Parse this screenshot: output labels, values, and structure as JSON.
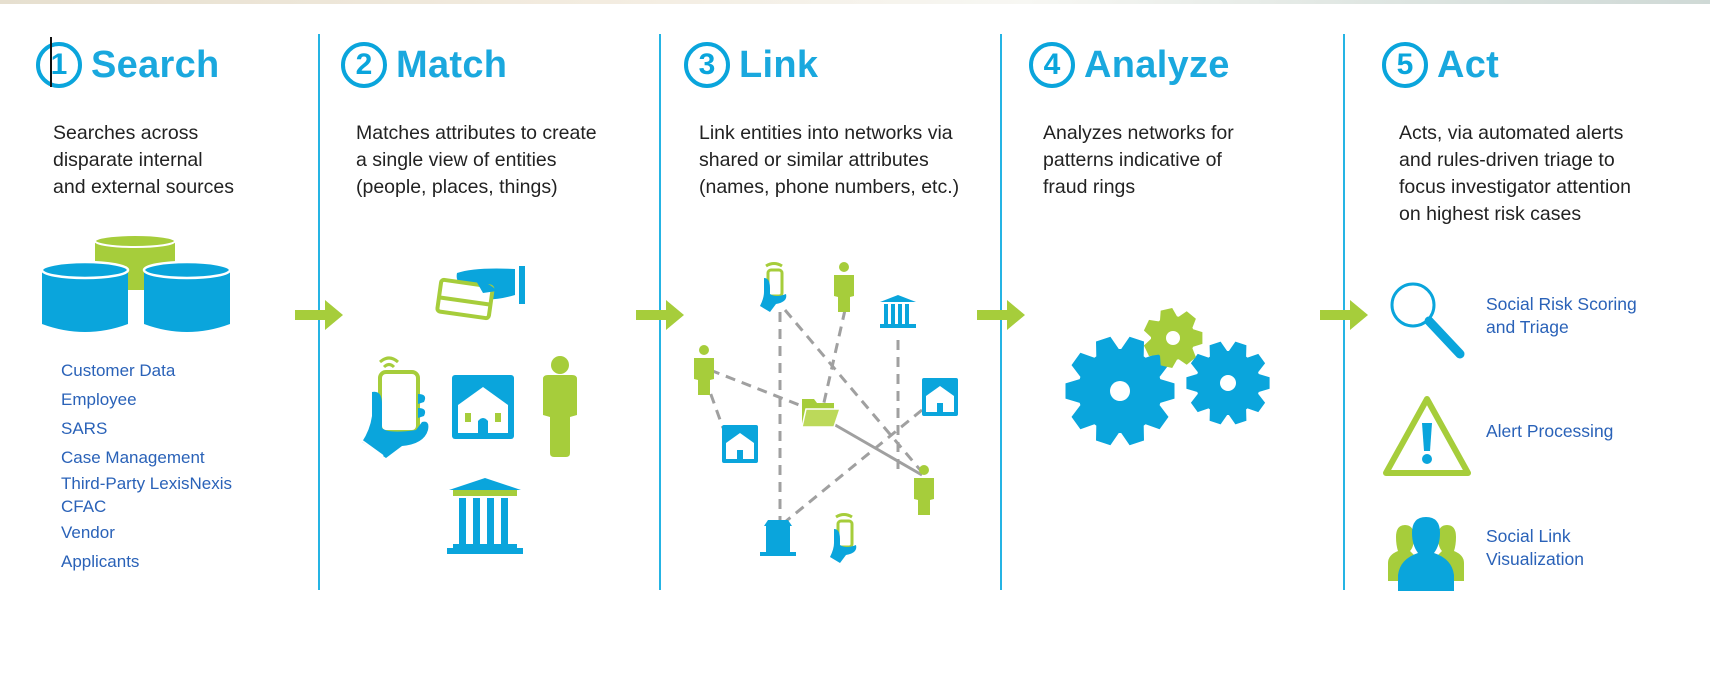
{
  "colors": {
    "blue": "#0aa5dc",
    "green": "#a6cd3b",
    "divider": "#25b4e4",
    "list_text": "#2a62b8",
    "body_text": "#222222"
  },
  "steps": [
    {
      "number": "1",
      "title": "Search",
      "description": "Searches across\ndisparate internal\nand external sources",
      "icon": "database-cylinders-icon",
      "sources": [
        "Customer Data",
        "Employee",
        "SARS",
        "Case Management",
        "Third-Party LexisNexis",
        "CFAC",
        "Vendor",
        "Applicants"
      ]
    },
    {
      "number": "2",
      "title": "Match",
      "description": "Matches attributes to create\na single view of entities\n(people, places, things)",
      "icons": [
        "hand-credit-card-icon",
        "hand-smartphone-icon",
        "house-icon",
        "person-icon",
        "bank-building-icon"
      ]
    },
    {
      "number": "3",
      "title": "Link",
      "description": "Link entities into networks via\nshared or similar attributes\n(names, phone numbers, etc.)",
      "icons": [
        "hand-smartphone-icon",
        "person-icon",
        "bank-building-icon",
        "person-icon",
        "house-icon",
        "folder-icon",
        "house-icon",
        "person-icon",
        "bank-building-icon",
        "hand-smartphone-icon"
      ]
    },
    {
      "number": "4",
      "title": "Analyze",
      "description": "Analyzes networks for\npatterns indicative of\nfraud rings",
      "icon": "gears-icon"
    },
    {
      "number": "5",
      "title": "Act",
      "description": "Acts, via automated alerts\nand rules-driven triage to\nfocus investigator attention\non highest risk cases",
      "actions": [
        {
          "label": "Social Risk Scoring\nand Triage",
          "icon": "magnifying-glass-icon"
        },
        {
          "label": "Alert Processing",
          "icon": "warning-triangle-icon"
        },
        {
          "label": "Social Link\nVisualization",
          "icon": "people-group-icon"
        }
      ]
    }
  ]
}
